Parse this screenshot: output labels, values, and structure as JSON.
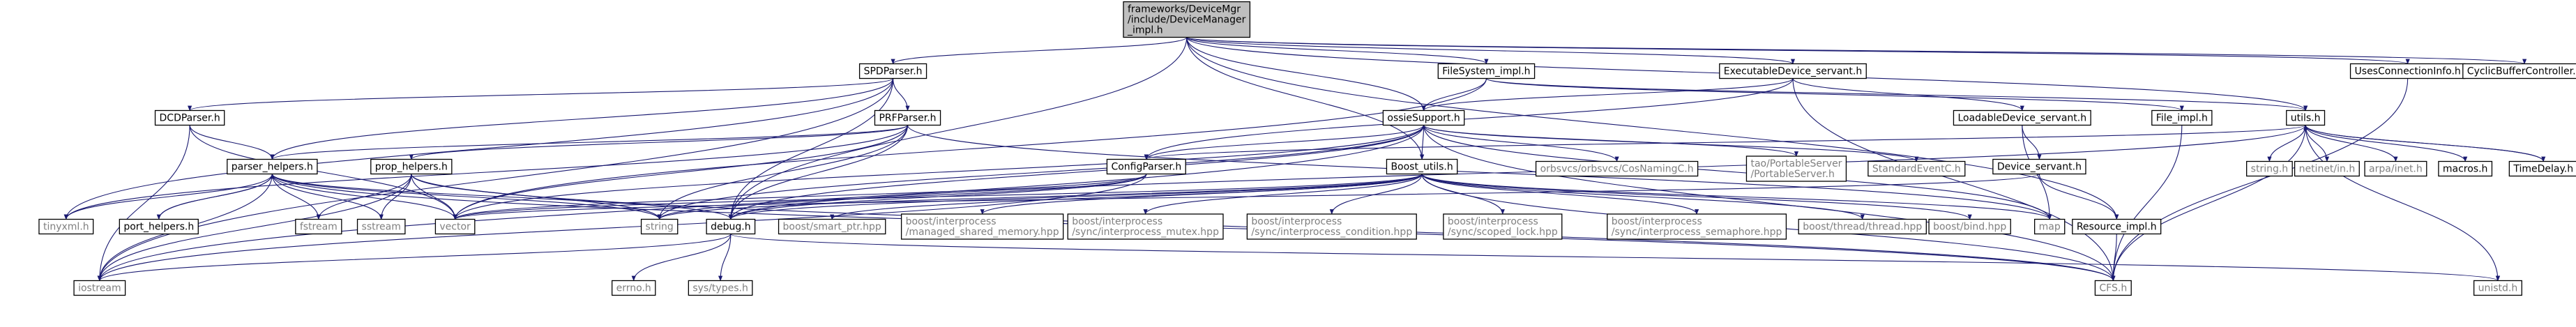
{
  "diagram": {
    "type": "include-dependency-graph",
    "nodes": [
      {
        "id": "root",
        "lines": [
          "frameworks/DeviceMgr",
          "/include/DeviceManager",
          "_impl.h"
        ],
        "style": "root"
      },
      {
        "id": "spdparser",
        "lines": [
          "SPDParser.h"
        ],
        "style": "box"
      },
      {
        "id": "filesystem_impl",
        "lines": [
          "FileSystem_impl.h"
        ],
        "style": "box"
      },
      {
        "id": "executable_servant",
        "lines": [
          "ExecutableDevice_servant.h"
        ],
        "style": "box"
      },
      {
        "id": "usesconn",
        "lines": [
          "UsesConnectionInfo.h"
        ],
        "style": "box"
      },
      {
        "id": "cyclicbuf",
        "lines": [
          "CyclicBufferController.h"
        ],
        "style": "box"
      },
      {
        "id": "dcdparser",
        "lines": [
          "DCDParser.h"
        ],
        "style": "box"
      },
      {
        "id": "prfparser",
        "lines": [
          "PRFParser.h"
        ],
        "style": "box"
      },
      {
        "id": "ossiesupport",
        "lines": [
          "ossieSupport.h"
        ],
        "style": "box"
      },
      {
        "id": "file_impl",
        "lines": [
          "File_impl.h"
        ],
        "style": "box"
      },
      {
        "id": "utils",
        "lines": [
          "utils.h"
        ],
        "style": "box"
      },
      {
        "id": "loadable_servant",
        "lines": [
          "LoadableDevice_servant.h"
        ],
        "style": "box"
      },
      {
        "id": "parser_helpers",
        "lines": [
          "parser_helpers.h"
        ],
        "style": "box"
      },
      {
        "id": "prop_helpers",
        "lines": [
          "prop_helpers.h"
        ],
        "style": "box"
      },
      {
        "id": "configparser",
        "lines": [
          "ConfigParser.h"
        ],
        "style": "box"
      },
      {
        "id": "boost_utils",
        "lines": [
          "Boost_utils.h"
        ],
        "style": "box"
      },
      {
        "id": "cosnaming",
        "lines": [
          "orbsvcs/orbsvcs/CosNamingC.h"
        ],
        "style": "grey"
      },
      {
        "id": "portableserver",
        "lines": [
          "tao/PortableServer",
          "/PortableServer.h"
        ],
        "style": "grey"
      },
      {
        "id": "standardevent",
        "lines": [
          "StandardEventC.h"
        ],
        "style": "grey"
      },
      {
        "id": "device_servant",
        "lines": [
          "Device_servant.h"
        ],
        "style": "box"
      },
      {
        "id": "string_h",
        "lines": [
          "string.h"
        ],
        "style": "grey"
      },
      {
        "id": "netinet",
        "lines": [
          "netinet/in.h"
        ],
        "style": "grey"
      },
      {
        "id": "arpa",
        "lines": [
          "arpa/inet.h"
        ],
        "style": "grey"
      },
      {
        "id": "macros",
        "lines": [
          "macros.h"
        ],
        "style": "box"
      },
      {
        "id": "timedelay",
        "lines": [
          "TimeDelay.h"
        ],
        "style": "box"
      },
      {
        "id": "tinyxml",
        "lines": [
          "tinyxml.h"
        ],
        "style": "grey"
      },
      {
        "id": "port_helpers",
        "lines": [
          "port_helpers.h"
        ],
        "style": "box"
      },
      {
        "id": "fstream",
        "lines": [
          "fstream"
        ],
        "style": "grey"
      },
      {
        "id": "sstream",
        "lines": [
          "sstream"
        ],
        "style": "grey"
      },
      {
        "id": "vector",
        "lines": [
          "vector"
        ],
        "style": "grey"
      },
      {
        "id": "string",
        "lines": [
          "string"
        ],
        "style": "grey"
      },
      {
        "id": "debug",
        "lines": [
          "debug.h"
        ],
        "style": "box"
      },
      {
        "id": "smart_ptr",
        "lines": [
          "boost/smart_ptr.hpp"
        ],
        "style": "grey"
      },
      {
        "id": "managed_shm",
        "lines": [
          "boost/interprocess",
          "/managed_shared_memory.hpp"
        ],
        "style": "grey"
      },
      {
        "id": "ipc_mutex",
        "lines": [
          "boost/interprocess",
          "/sync/interprocess_mutex.hpp"
        ],
        "style": "grey"
      },
      {
        "id": "ipc_condition",
        "lines": [
          "boost/interprocess",
          "/sync/interprocess_condition.hpp"
        ],
        "style": "grey"
      },
      {
        "id": "scoped_lock",
        "lines": [
          "boost/interprocess",
          "/sync/scoped_lock.hpp"
        ],
        "style": "grey"
      },
      {
        "id": "ipc_semaphore",
        "lines": [
          "boost/interprocess",
          "/sync/interprocess_semaphore.hpp"
        ],
        "style": "grey"
      },
      {
        "id": "thread",
        "lines": [
          "boost/thread/thread.hpp"
        ],
        "style": "grey"
      },
      {
        "id": "bind",
        "lines": [
          "boost/bind.hpp"
        ],
        "style": "grey"
      },
      {
        "id": "map",
        "lines": [
          "map"
        ],
        "style": "grey"
      },
      {
        "id": "resource_impl",
        "lines": [
          "Resource_impl.h"
        ],
        "style": "box"
      },
      {
        "id": "iostream",
        "lines": [
          "iostream"
        ],
        "style": "grey"
      },
      {
        "id": "errno",
        "lines": [
          "errno.h"
        ],
        "style": "grey"
      },
      {
        "id": "systypes",
        "lines": [
          "sys/types.h"
        ],
        "style": "grey"
      },
      {
        "id": "cfs",
        "lines": [
          "CFS.h"
        ],
        "style": "grey"
      },
      {
        "id": "unistd",
        "lines": [
          "unistd.h"
        ],
        "style": "grey"
      }
    ],
    "edges": [
      [
        "root",
        "spdparser"
      ],
      [
        "root",
        "filesystem_impl"
      ],
      [
        "root",
        "executable_servant"
      ],
      [
        "root",
        "usesconn"
      ],
      [
        "root",
        "cyclicbuf"
      ],
      [
        "root",
        "utils"
      ],
      [
        "root",
        "ossiesupport"
      ],
      [
        "root",
        "boost_utils"
      ],
      [
        "root",
        "debug"
      ],
      [
        "root",
        "resource_impl"
      ],
      [
        "spdparser",
        "dcdparser"
      ],
      [
        "spdparser",
        "prfparser"
      ],
      [
        "spdparser",
        "tinyxml"
      ],
      [
        "spdparser",
        "iostream"
      ],
      [
        "spdparser",
        "debug"
      ],
      [
        "spdparser",
        "parser_helpers"
      ],
      [
        "filesystem_impl",
        "ossiesupport"
      ],
      [
        "filesystem_impl",
        "file_impl"
      ],
      [
        "filesystem_impl",
        "vector"
      ],
      [
        "filesystem_impl",
        "utils"
      ],
      [
        "executable_servant",
        "ossiesupport"
      ],
      [
        "executable_servant",
        "loadable_servant"
      ],
      [
        "executable_servant",
        "configparser"
      ],
      [
        "executable_servant",
        "cfs"
      ],
      [
        "usesconn",
        "cfs"
      ],
      [
        "dcdparser",
        "parser_helpers"
      ],
      [
        "dcdparser",
        "vector"
      ],
      [
        "dcdparser",
        "iostream"
      ],
      [
        "prfparser",
        "prop_helpers"
      ],
      [
        "prfparser",
        "parser_helpers"
      ],
      [
        "prfparser",
        "vector"
      ],
      [
        "prfparser",
        "string"
      ],
      [
        "prfparser",
        "debug"
      ],
      [
        "prfparser",
        "map"
      ],
      [
        "prfparser",
        "tinyxml"
      ],
      [
        "ossiesupport",
        "configparser"
      ],
      [
        "ossiesupport",
        "boost_utils"
      ],
      [
        "ossiesupport",
        "cosnaming"
      ],
      [
        "ossiesupport",
        "portableserver"
      ],
      [
        "ossiesupport",
        "standardevent"
      ],
      [
        "ossiesupport",
        "iostream"
      ],
      [
        "ossiesupport",
        "vector"
      ],
      [
        "ossiesupport",
        "string"
      ],
      [
        "ossiesupport",
        "map"
      ],
      [
        "ossiesupport",
        "cfs"
      ],
      [
        "ossiesupport",
        "debug"
      ],
      [
        "file_impl",
        "cfs"
      ],
      [
        "utils",
        "string_h"
      ],
      [
        "utils",
        "netinet"
      ],
      [
        "utils",
        "arpa"
      ],
      [
        "utils",
        "macros"
      ],
      [
        "utils",
        "timedelay"
      ],
      [
        "utils",
        "cfs"
      ],
      [
        "utils",
        "unistd"
      ],
      [
        "utils",
        "configparser"
      ],
      [
        "utils",
        "debug"
      ],
      [
        "timedelay",
        "utils"
      ],
      [
        "loadable_servant",
        "device_servant"
      ],
      [
        "loadable_servant",
        "map"
      ],
      [
        "device_servant",
        "resource_impl"
      ],
      [
        "device_servant",
        "vector"
      ],
      [
        "resource_impl",
        "cfs"
      ],
      [
        "parser_helpers",
        "tinyxml"
      ],
      [
        "parser_helpers",
        "port_helpers"
      ],
      [
        "parser_helpers",
        "fstream"
      ],
      [
        "parser_helpers",
        "sstream"
      ],
      [
        "parser_helpers",
        "vector"
      ],
      [
        "parser_helpers",
        "string"
      ],
      [
        "parser_helpers",
        "iostream"
      ],
      [
        "parser_helpers",
        "cfs"
      ],
      [
        "parser_helpers",
        "debug"
      ],
      [
        "port_helpers",
        "parser_helpers"
      ],
      [
        "prop_helpers",
        "sstream"
      ],
      [
        "prop_helpers",
        "vector"
      ],
      [
        "prop_helpers",
        "fstream"
      ],
      [
        "prop_helpers",
        "string"
      ],
      [
        "prop_helpers",
        "cfs"
      ],
      [
        "prop_helpers",
        "iostream"
      ],
      [
        "configparser",
        "vector"
      ],
      [
        "configparser",
        "string"
      ],
      [
        "configparser",
        "debug"
      ],
      [
        "configparser",
        "iostream"
      ],
      [
        "boost_utils",
        "smart_ptr"
      ],
      [
        "boost_utils",
        "managed_shm"
      ],
      [
        "boost_utils",
        "ipc_mutex"
      ],
      [
        "boost_utils",
        "ipc_condition"
      ],
      [
        "boost_utils",
        "scoped_lock"
      ],
      [
        "boost_utils",
        "ipc_semaphore"
      ],
      [
        "boost_utils",
        "thread"
      ],
      [
        "boost_utils",
        "bind"
      ],
      [
        "boost_utils",
        "debug"
      ],
      [
        "boost_utils",
        "vector"
      ],
      [
        "boost_utils",
        "string"
      ],
      [
        "boost_utils",
        "cfs"
      ],
      [
        "boost_utils",
        "map"
      ],
      [
        "debug",
        "iostream"
      ],
      [
        "debug",
        "errno"
      ],
      [
        "debug",
        "systypes"
      ],
      [
        "debug",
        "unistd"
      ]
    ]
  },
  "colors": {
    "edge": "#191970",
    "root_fill": "#bfbfbf",
    "box_fill": "#ffffff",
    "box_border": "#000000",
    "grey_border": "#bfbfbf",
    "grey_text": "#7f7f7f"
  }
}
